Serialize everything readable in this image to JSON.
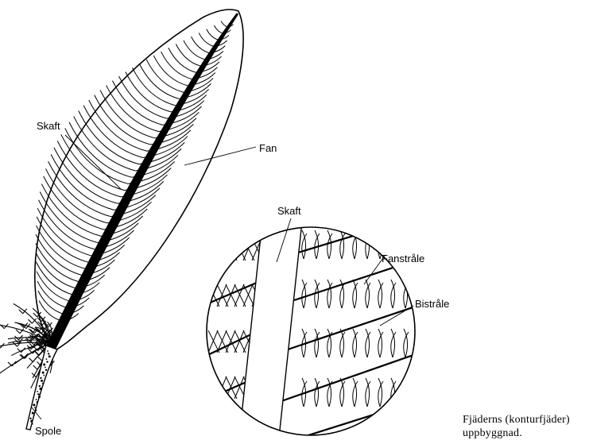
{
  "labels": {
    "skaft_feather": "Skaft",
    "fan": "Fan",
    "spole": "Spole",
    "skaft_detail": "Skaft",
    "fanstrale": "Fanstråle",
    "bistrale": "Bistråle"
  },
  "caption": {
    "line1": "Fjäderns (konturfjäder)",
    "line2": "uppbyggnad."
  },
  "colors": {
    "ink": "#000000",
    "paper": "#ffffff"
  }
}
